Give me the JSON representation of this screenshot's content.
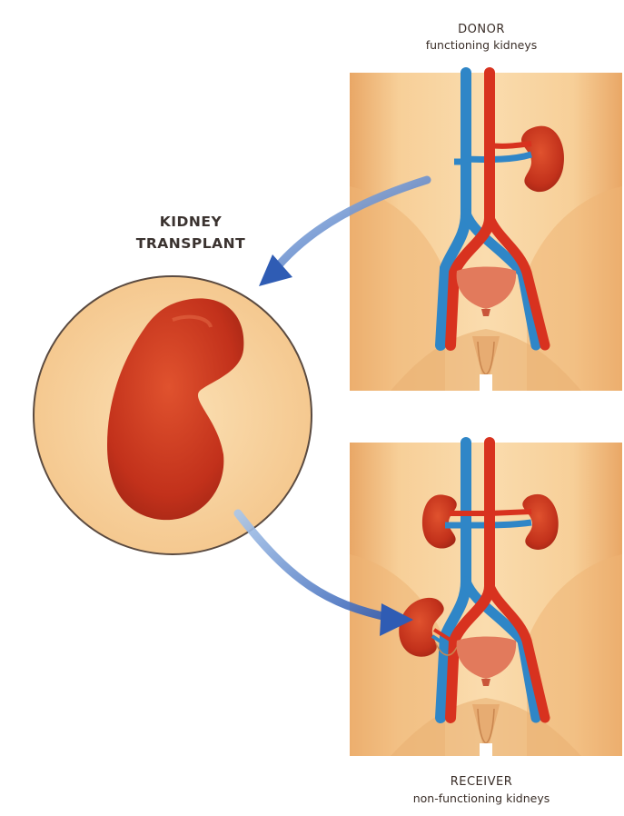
{
  "title": {
    "line1": "KIDNEY",
    "line2": "TRANSPLANT"
  },
  "donor": {
    "label": "DONOR",
    "sublabel": "functioning kidneys"
  },
  "receiver": {
    "label": "RECEIVER",
    "sublabel": "non-functioning kidneys"
  },
  "colors": {
    "skin": "#f4c48a",
    "skin_shadow": "#e0a265",
    "kidney": "#c8341e",
    "artery": "#d8321f",
    "vein": "#2f86c7",
    "bladder": "#e27a5c",
    "arrow": "#3a63b8",
    "circle_fill": "#f8d6a2"
  }
}
